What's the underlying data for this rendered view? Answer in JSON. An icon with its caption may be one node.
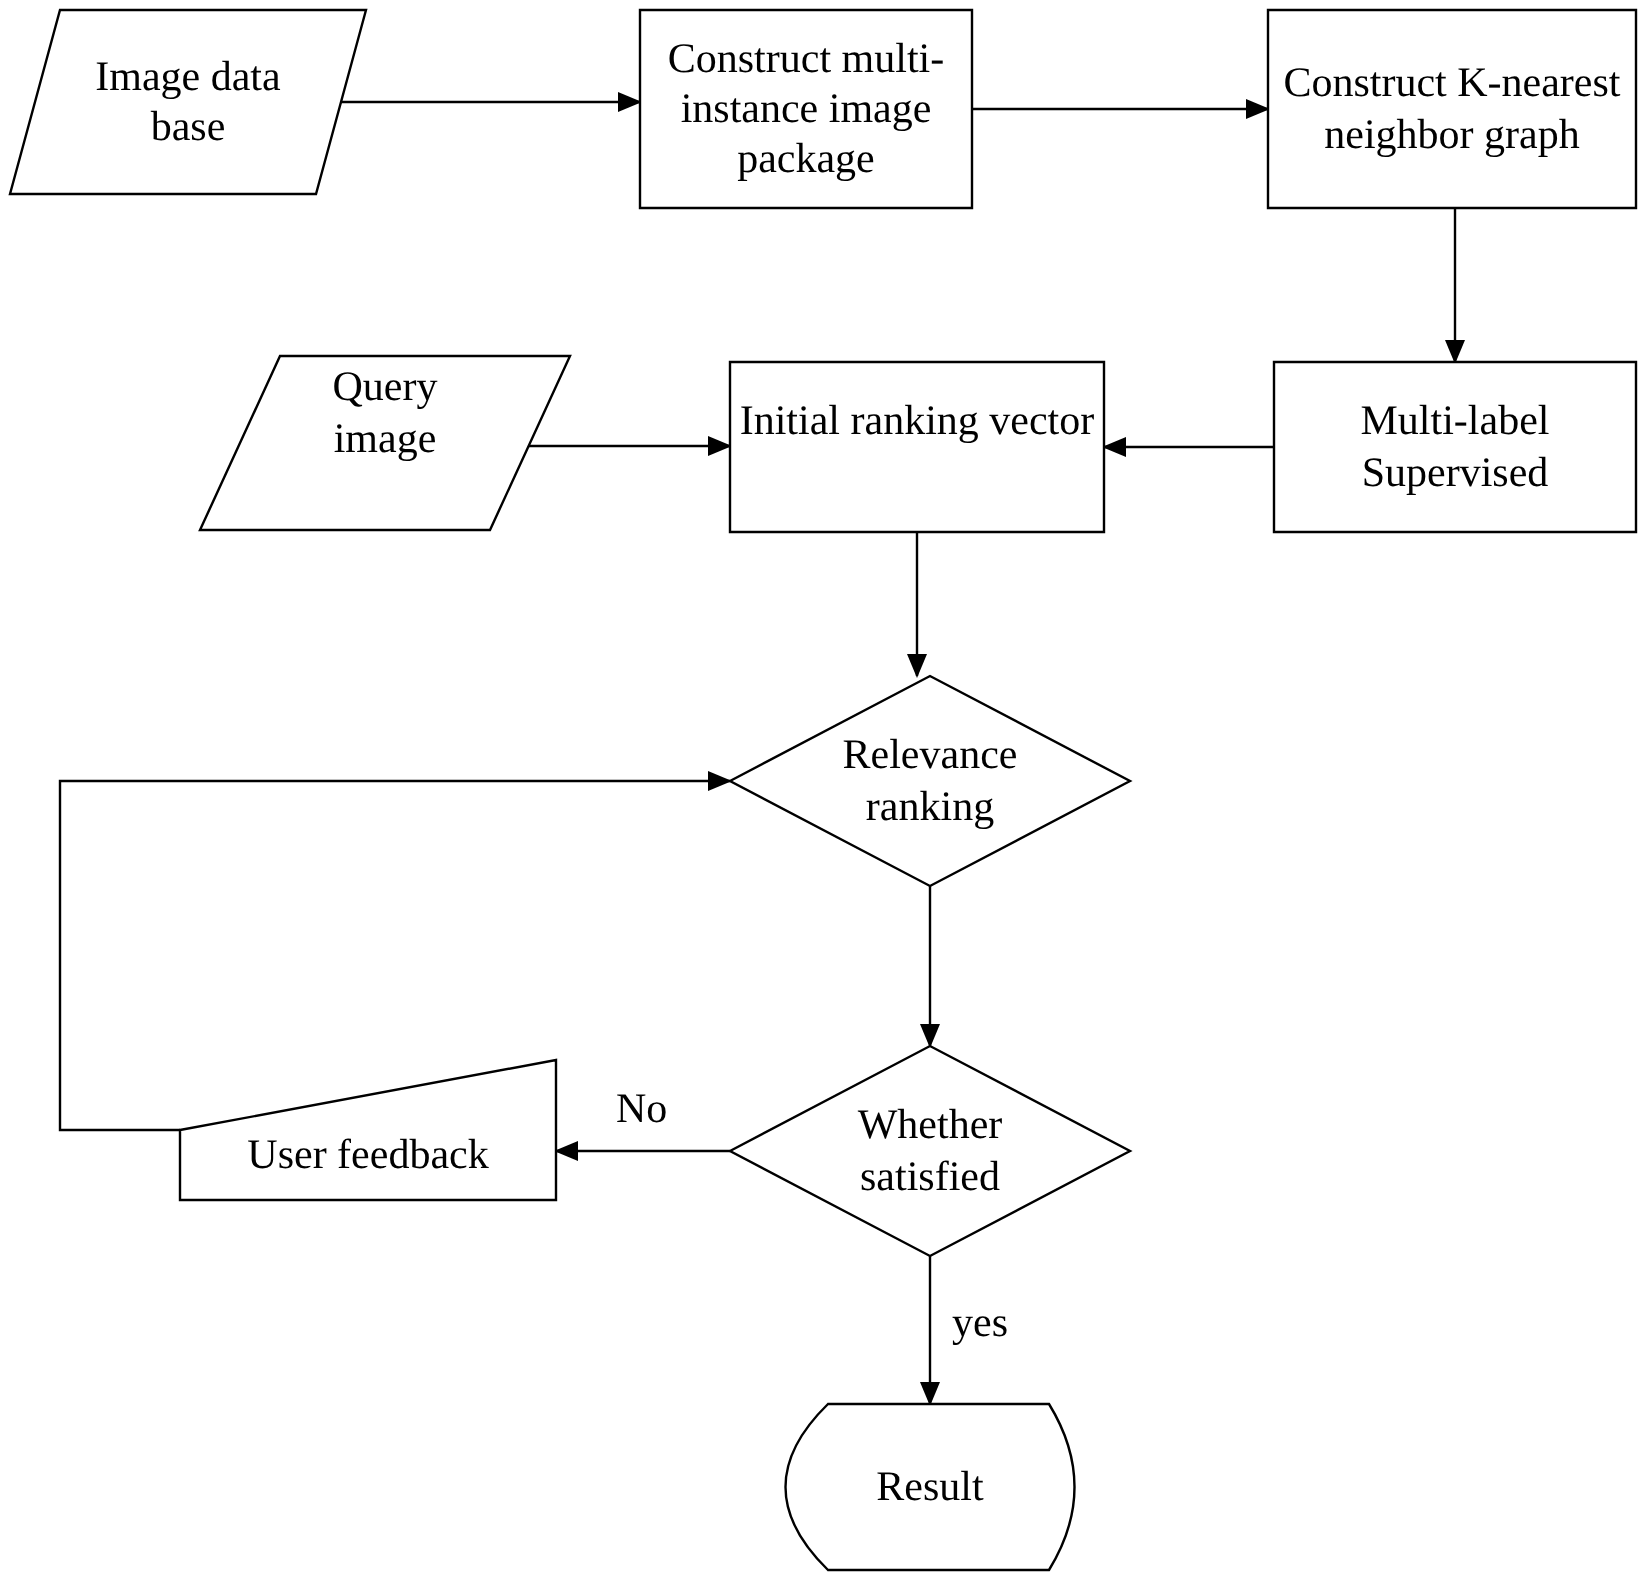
{
  "diagram": {
    "nodes": [
      {
        "text": [
          "Image data base"
        ]
      },
      {
        "text": [
          "Construct multi-instance image package"
        ]
      },
      {
        "text": [
          "Construct K-nearest neighbor graph"
        ]
      },
      {
        "text": [
          "Query image"
        ]
      },
      {
        "text": [
          "Initial ranking vector"
        ]
      },
      {
        "text": [
          "Multi-label Supervised"
        ]
      },
      {
        "text": [
          "Relevance ranking"
        ]
      },
      {
        "text": [
          "Whether satisfied"
        ]
      },
      {
        "text": [
          "User feedback"
        ]
      },
      {
        "text": [
          "Result"
        ]
      }
    ],
    "edges": [
      {
        "from": 0,
        "to": 1,
        "arrow": "to"
      },
      {
        "from": 1,
        "to": 2,
        "arrow": "to"
      },
      {
        "from": 2,
        "to": 5,
        "arrow": "to"
      },
      {
        "from": 5,
        "to": 4,
        "arrow": "to"
      },
      {
        "from": 3,
        "to": 4,
        "arrow": "to"
      },
      {
        "from": 4,
        "to": 6,
        "arrow": "to"
      },
      {
        "from": 6,
        "to": 7,
        "arrow": "to"
      },
      {
        "from": 7,
        "to": 8,
        "arrow": "to",
        "label": "No"
      },
      {
        "from": 8,
        "to": 6,
        "arrow": "to"
      },
      {
        "from": 7,
        "to": 9,
        "arrow": "to",
        "label": "yes"
      }
    ]
  }
}
